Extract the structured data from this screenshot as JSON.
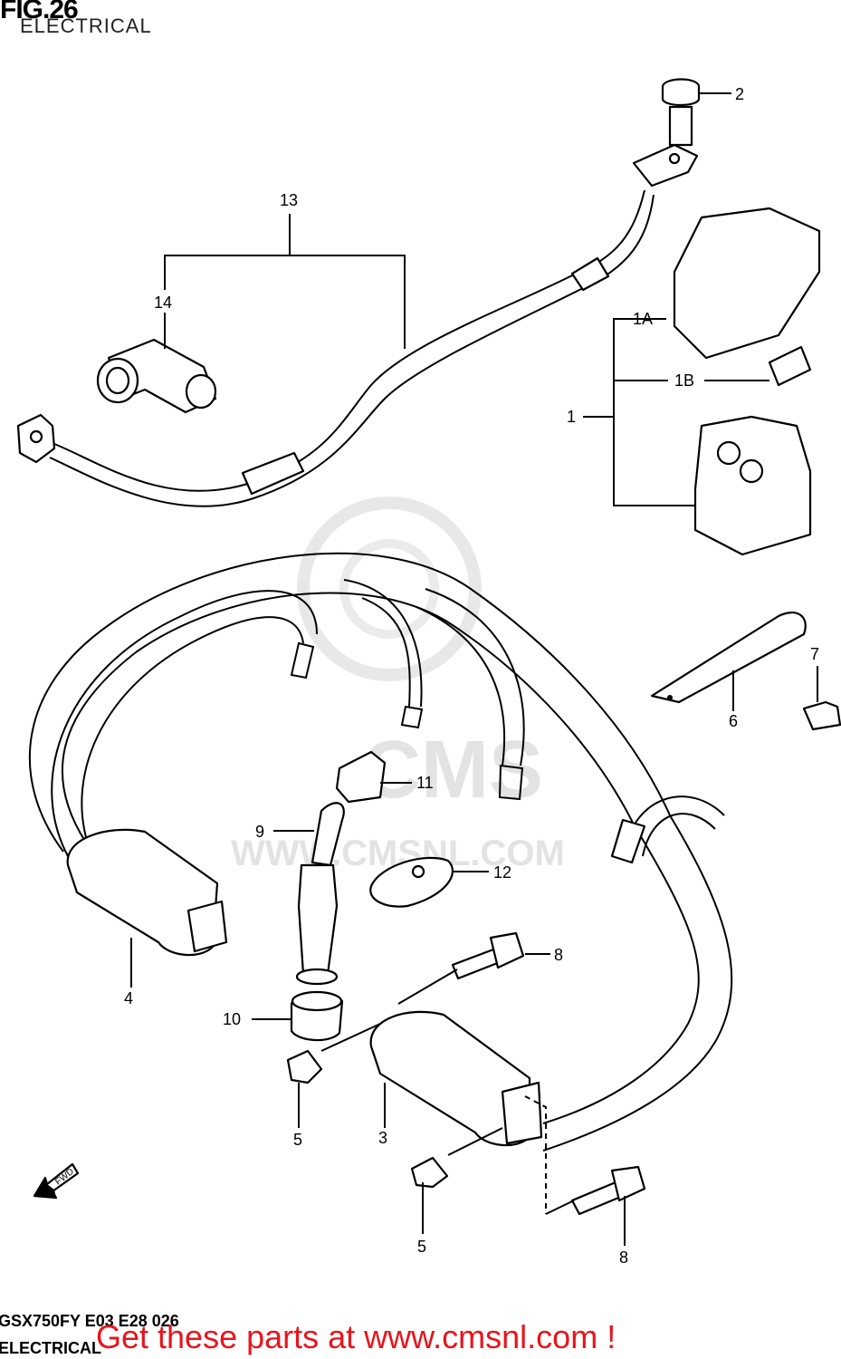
{
  "figure": {
    "number": "FIG.26",
    "subtitle": "ELECTRICAL",
    "model_code": "GSX750FY E03 E28 026",
    "section_name": "ELECTRICAL"
  },
  "parts": [
    {
      "callout": "1"
    },
    {
      "callout": "1A"
    },
    {
      "callout": "1B"
    },
    {
      "callout": "2"
    },
    {
      "callout": "3"
    },
    {
      "callout": "4"
    },
    {
      "callout": "5"
    },
    {
      "callout": "5"
    },
    {
      "callout": "6"
    },
    {
      "callout": "7"
    },
    {
      "callout": "8"
    },
    {
      "callout": "8"
    },
    {
      "callout": "9"
    },
    {
      "callout": "10"
    },
    {
      "callout": "11"
    },
    {
      "callout": "12"
    },
    {
      "callout": "13"
    },
    {
      "callout": "14"
    }
  ],
  "forward_label": "FWD",
  "watermark": {
    "brand": "CMS",
    "url": "WWW.CMSNL.COM"
  },
  "promo_text": "Get these parts at www.cmsnl.com !",
  "colors": {
    "promo": "#e8141b",
    "watermark": "#e3e3e3",
    "line": "#000000"
  }
}
